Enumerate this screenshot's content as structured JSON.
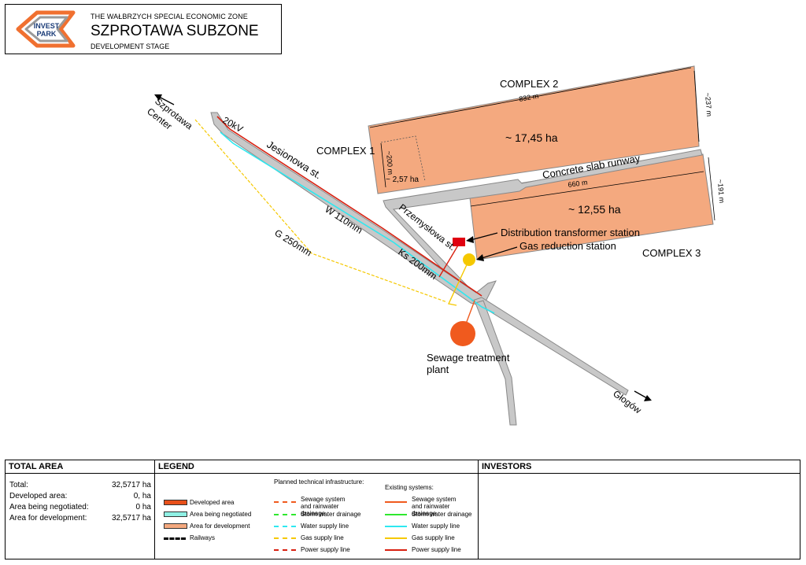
{
  "header": {
    "logo_line1": "INVEST",
    "logo_line2": "PARK",
    "zone": "THE WAŁBRZYCH SPECIAL ECONOMIC ZONE",
    "subzone": "SZPROTAWA SUBZONE",
    "stage": "DEVELOPMENT STAGE"
  },
  "map": {
    "complex1": "COMPLEX 1",
    "complex2": "COMPLEX 2",
    "complex3": "COMPLEX 3",
    "area2": "~ 17,45 ha",
    "area3": "~ 12,55 ha",
    "area1_sub": "~ 2,57 ha",
    "dim_832": "832 m",
    "dim_237": "~237 m",
    "dim_200": "~200 m",
    "dim_660": "660 m",
    "dim_191": "~191 m",
    "runway": "Concrete slab runway",
    "transformer": "Distribution transformer station",
    "gas_reduction": "Gas reduction station",
    "sewage1": "Sewage treatment",
    "sewage2": "plant",
    "center1": "Szprotawa",
    "center2": "Center",
    "glogow": "Głogów",
    "kv20": "20kV",
    "jesionowa": "Jesionowa st.",
    "przemyslowa": "Przemysłowa st.",
    "w110": "W 110mm",
    "ks200": "Ks 200mm",
    "g250": "G 250mm"
  },
  "total_area": {
    "heading": "TOTAL AREA",
    "rows": [
      {
        "label": "Total:",
        "value": "32,5717 ha"
      },
      {
        "label": "Developed area:",
        "value": "0, ha"
      },
      {
        "label": "Area being negotiated:",
        "value": "0 ha"
      },
      {
        "label": "Area for development:",
        "value": "32,5717 ha"
      }
    ]
  },
  "legend": {
    "heading": "LEGEND",
    "areas": [
      {
        "label": "Developed area",
        "color": "#e8501a"
      },
      {
        "label": "Area being negotiated",
        "color": "#8ff0e4"
      },
      {
        "label": "Area for development",
        "color": "#f4a97f"
      },
      {
        "label": "Railways",
        "color": "#000000"
      }
    ],
    "planned_title": "Planned technical infrastructure:",
    "planned": [
      {
        "label": "Sewage system and rainwater drainage",
        "color": "#f05a1e"
      },
      {
        "label": "Storm water drainage",
        "color": "#2ee82e"
      },
      {
        "label": "Water supply line",
        "color": "#2ee8f0"
      },
      {
        "label": "Gas supply line",
        "color": "#f5c800"
      },
      {
        "label": "Power supply line",
        "color": "#d82010"
      }
    ],
    "existing_title": "Existing systems:",
    "existing": [
      {
        "label": "Sewage system and rainwater drainage",
        "color": "#f05a1e"
      },
      {
        "label": "Storm water drainage",
        "color": "#2ee82e"
      },
      {
        "label": "Water supply line",
        "color": "#2ee8f0"
      },
      {
        "label": "Gas supply line",
        "color": "#f5c800"
      },
      {
        "label": "Power supply line",
        "color": "#d82010"
      }
    ]
  },
  "investors": {
    "heading": "INVESTORS"
  }
}
